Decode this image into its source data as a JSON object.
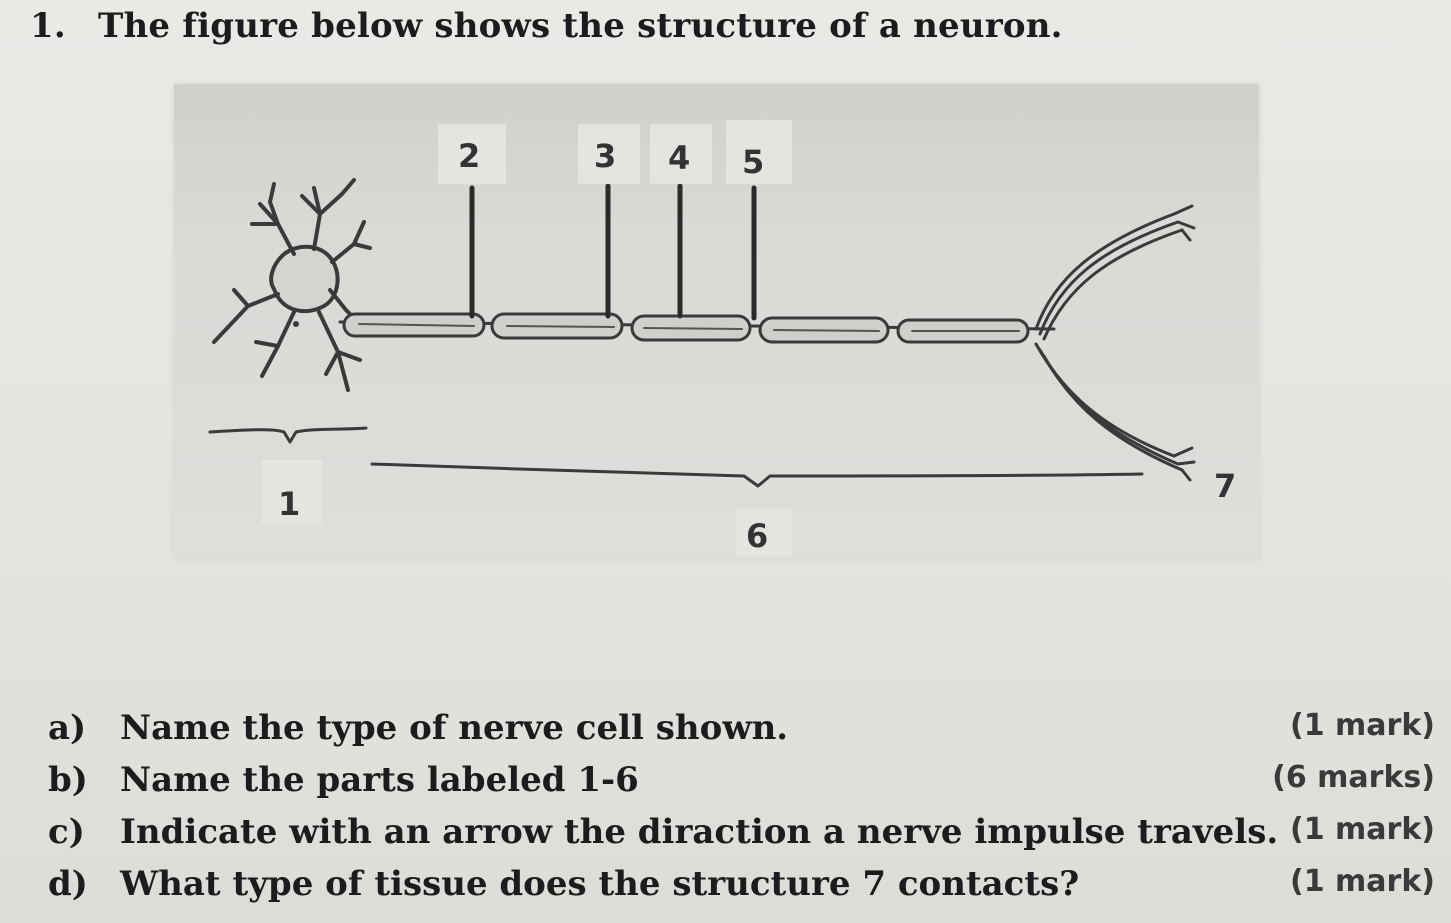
{
  "question": {
    "number": "1.",
    "prompt": "The figure below shows the structure of a neuron."
  },
  "figure": {
    "labels": {
      "l1": "1",
      "l2": "2",
      "l3": "3",
      "l4": "4",
      "l5": "5",
      "l6": "6",
      "l7": "7"
    }
  },
  "sub_questions": [
    {
      "letter": "a)",
      "text": "Name the type of nerve cell shown.",
      "marks": "(1 mark)"
    },
    {
      "letter": "b)",
      "text": "Name the parts labeled 1-6",
      "marks": "(6 marks)"
    },
    {
      "letter": "c)",
      "text": "Indicate with an arrow the diraction a nerve impulse travels.",
      "marks": "(1 mark)"
    },
    {
      "letter": "d)",
      "text": "What type of tissue does the structure 7 contacts?",
      "marks": "(1 mark)"
    }
  ]
}
